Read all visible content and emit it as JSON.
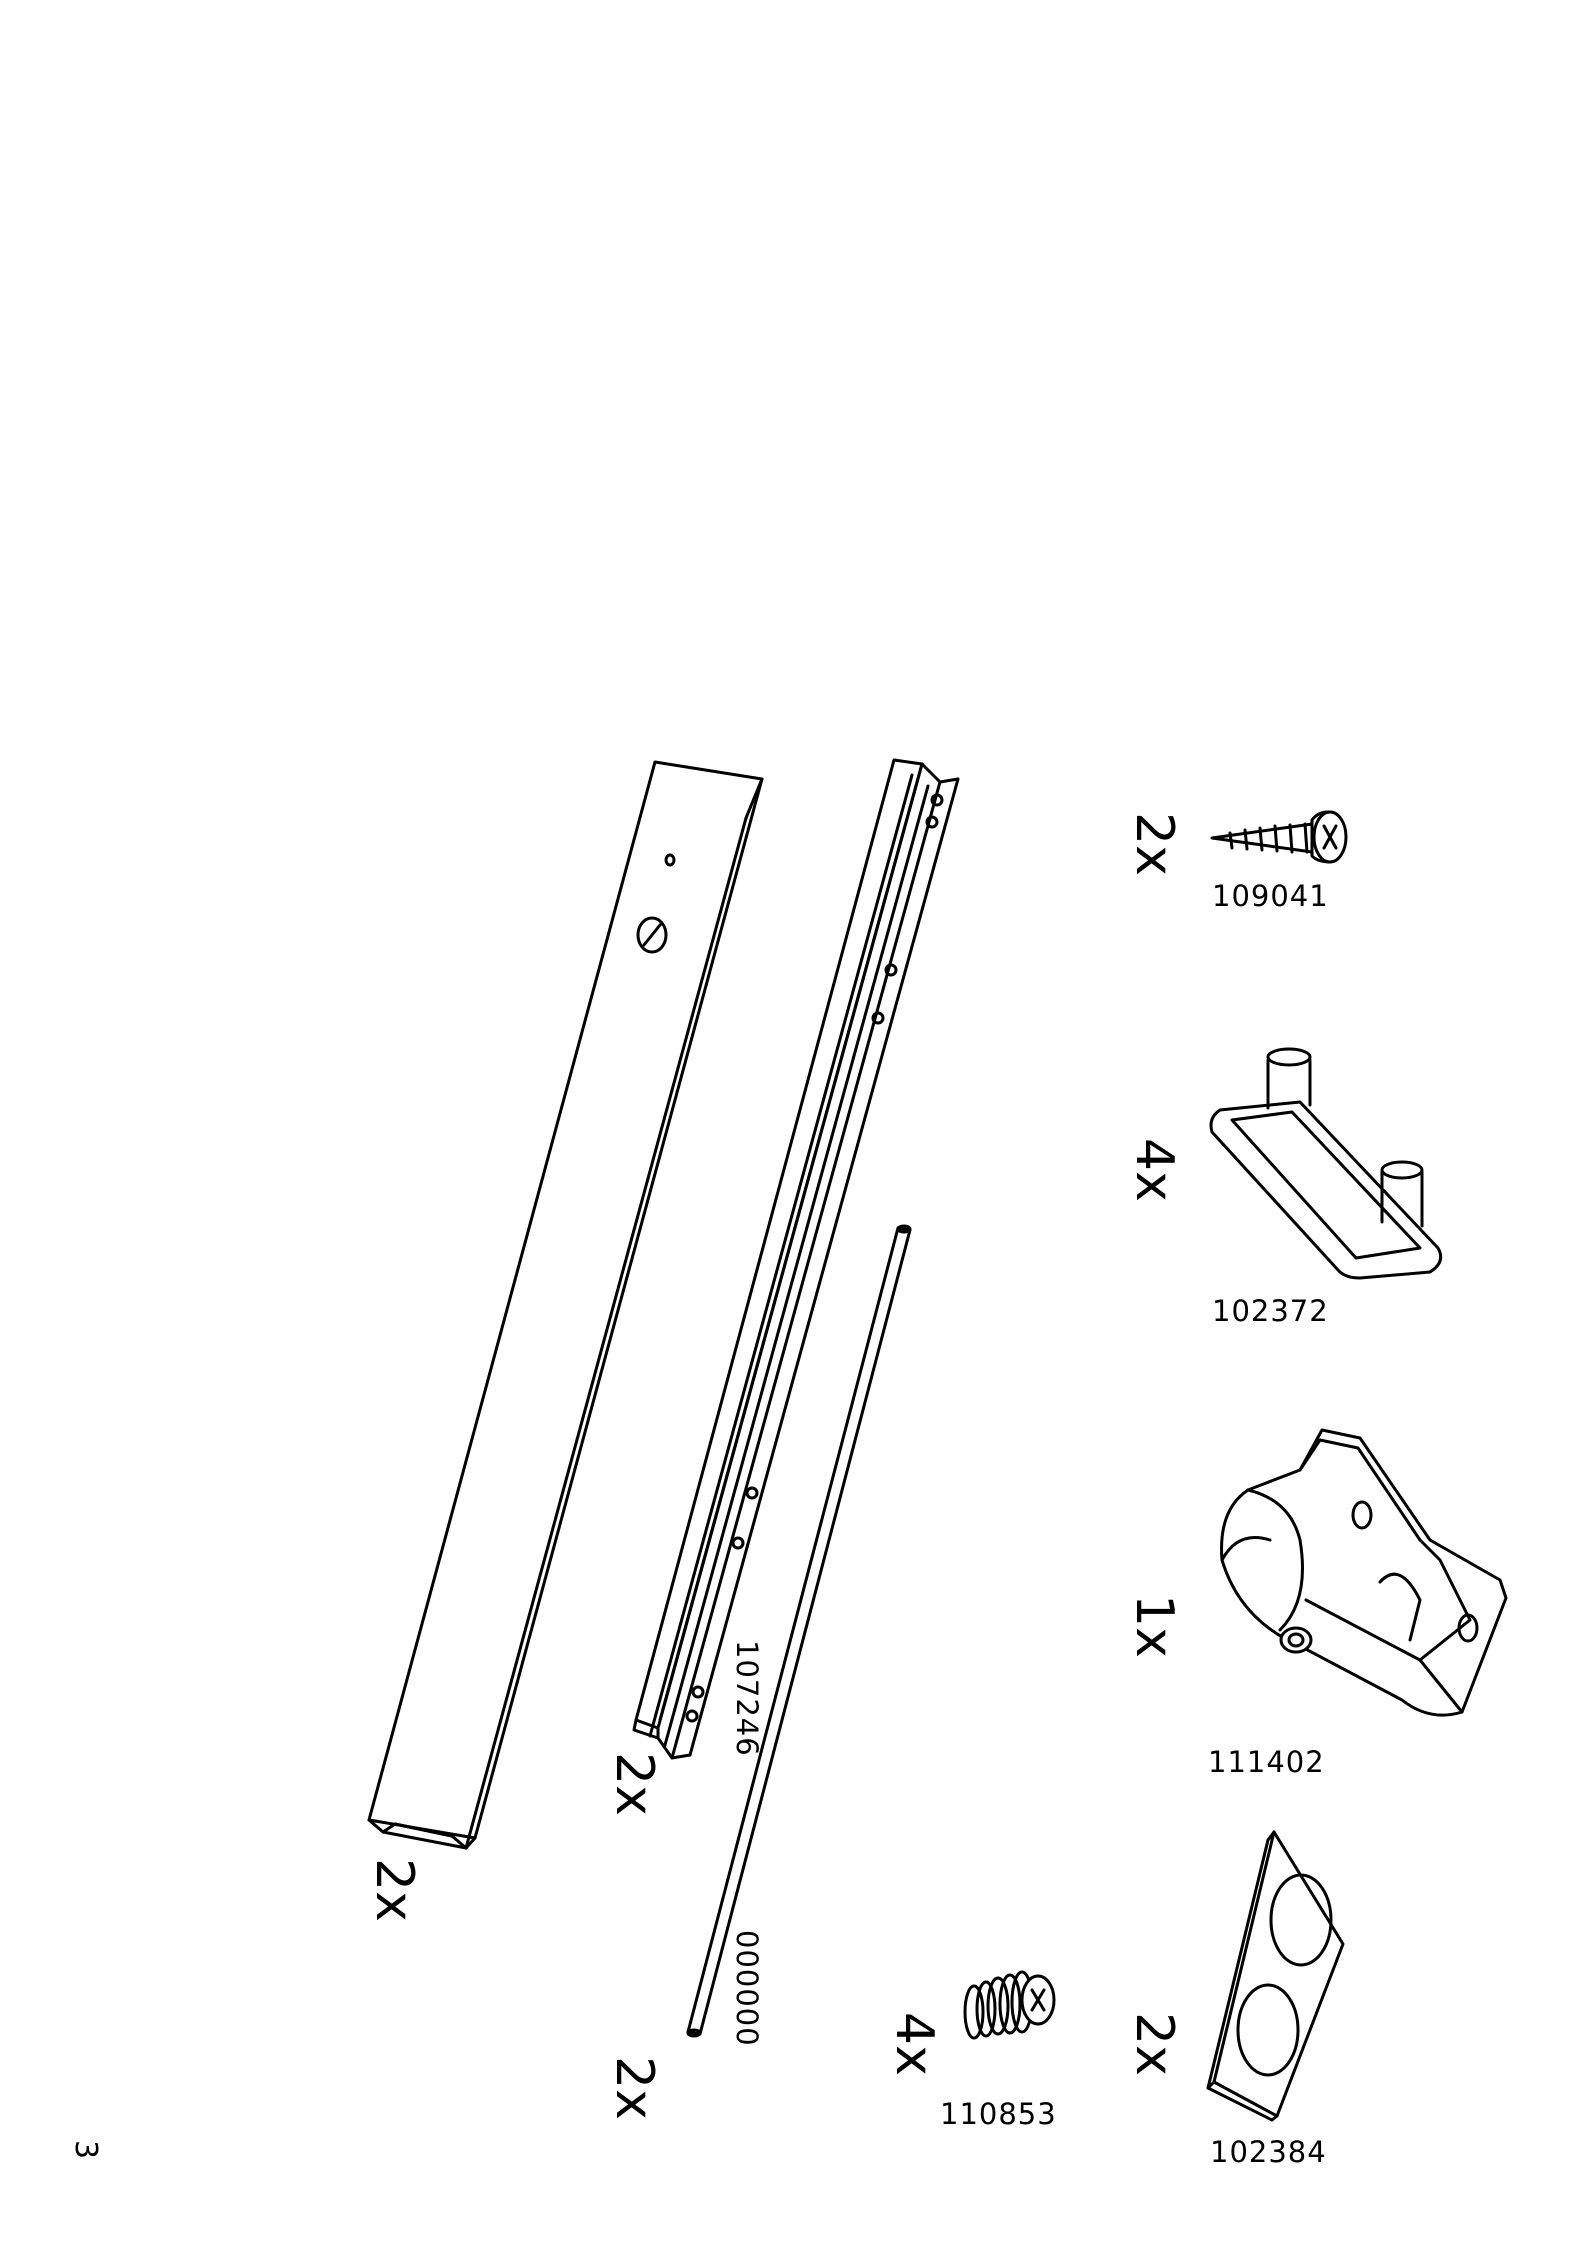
{
  "page_number": "3",
  "parts": [
    {
      "id": "profile-u",
      "qty": "2x",
      "code": ""
    },
    {
      "id": "rail",
      "qty": "2x",
      "code": "107246"
    },
    {
      "id": "rod",
      "qty": "2x",
      "code": "000000"
    },
    {
      "id": "screw",
      "qty": "2x",
      "code": "109041"
    },
    {
      "id": "bracket",
      "qty": "4x",
      "code": "102372"
    },
    {
      "id": "hinge",
      "qty": "1x",
      "code": "111402"
    },
    {
      "id": "pad-plate",
      "qty": "2x",
      "code": "102384"
    },
    {
      "id": "dowel",
      "qty": "4x",
      "code": "110853"
    }
  ]
}
